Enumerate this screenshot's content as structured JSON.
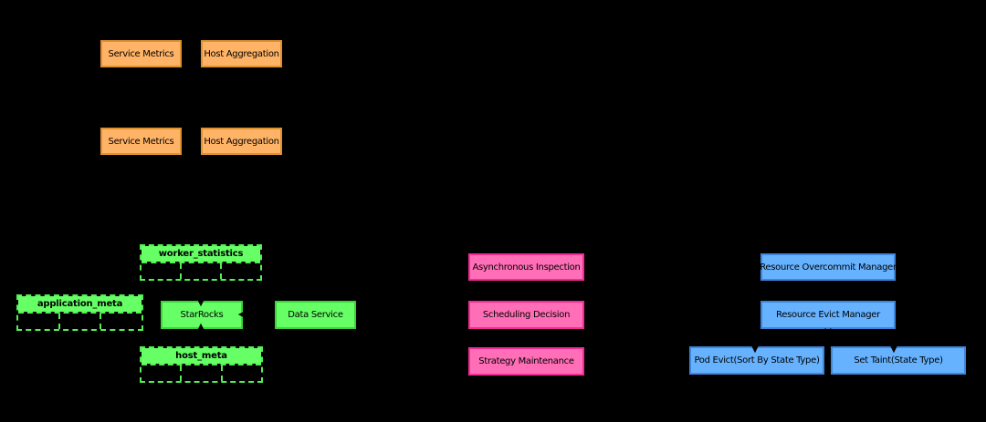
{
  "diagram": {
    "background": "#000000",
    "text_color": "#000000",
    "colors": {
      "orange_fill": "#FFB366",
      "orange_border": "#DE9130",
      "green_fill": "#66FF66",
      "green_border": "#3BD43B",
      "green_dash": "#55EE55",
      "pink_fill": "#FF6EB6",
      "pink_border": "#F22B95",
      "blue_fill": "#66B2FF",
      "blue_border": "#3E86DB",
      "arrow_color": "#000000"
    },
    "metric_nodes": [
      {
        "label": "Service Metrics"
      },
      {
        "label": "Host Aggregation"
      },
      {
        "label": "Service Metrics"
      },
      {
        "label": "Host Aggregation"
      }
    ],
    "data_tables": [
      {
        "title": "worker_statistics",
        "columns": 3
      },
      {
        "title": "application_meta",
        "columns": 3
      },
      {
        "title": "host_meta",
        "columns": 3
      }
    ],
    "storage_nodes": [
      {
        "label": "StarRocks"
      },
      {
        "label": "Data Service"
      }
    ],
    "scheduler_nodes": [
      {
        "label": "Asynchronous Inspection"
      },
      {
        "label": "Scheduling Decision"
      },
      {
        "label": "Strategy Maintenance"
      }
    ],
    "manager_nodes": [
      {
        "label": "Resource Overcommit Manager"
      },
      {
        "label": "Resource Evict Manager"
      },
      {
        "label": "Pod Evict(Sort By State Type)"
      },
      {
        "label": "Set Taint(State Type)"
      }
    ]
  }
}
